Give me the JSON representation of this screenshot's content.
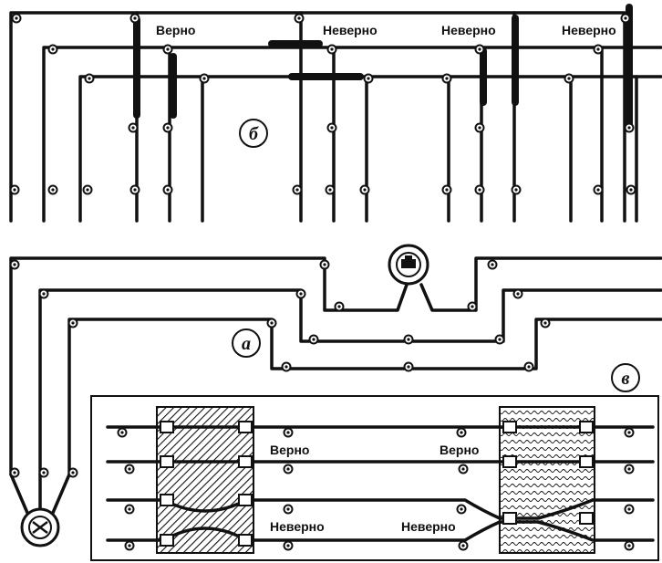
{
  "panels": {
    "b": {
      "id_label": "б",
      "labels": [
        "Верно",
        "Неверно",
        "Неверно",
        "Неверно"
      ]
    },
    "a": {
      "id_label": "а"
    },
    "v": {
      "id_label": "в",
      "labels": [
        "Верно",
        "Верно",
        "Неверно",
        "Неверно"
      ]
    }
  },
  "colors": {
    "ink": "#111111",
    "background": "#ffffff"
  }
}
